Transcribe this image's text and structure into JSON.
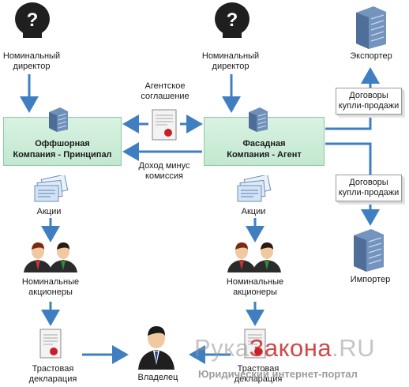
{
  "diagram": {
    "nominal_director_left": [
      "Номинальный",
      "директор"
    ],
    "nominal_director_right": [
      "Номинальный",
      "директор"
    ],
    "agency_agreement": [
      "Агентское",
      "соглашение"
    ],
    "income_minus_commission": [
      "Доход минус",
      "комиссия"
    ],
    "offshore_company": [
      "Оффшорная",
      "Компания - Принципал"
    ],
    "facade_company": [
      "Фасадная",
      "Компания - Агент"
    ],
    "exporter": "Экспортер",
    "importer": "Импортер",
    "contracts_top": [
      "Договоры",
      "купли-продажи"
    ],
    "contracts_bottom": [
      "Договоры",
      "купли-продажи"
    ],
    "shares_left": "Акции",
    "shares_right": "Акции",
    "nominal_shareholders_left": [
      "Номинальные",
      "акционеры"
    ],
    "nominal_shareholders_right": [
      "Номинальные",
      "акционеры"
    ],
    "trust_declaration_left": [
      "Трастовая",
      "декларация"
    ],
    "trust_declaration_right": [
      "Трастовая",
      "декларация"
    ],
    "owner": "Владелец"
  },
  "watermark": {
    "brand_part1": "Рука",
    "brand_part2": "Закона",
    "brand_part3": ".RU",
    "tagline": "Юридический интернет-портал"
  },
  "colors": {
    "arrow": "#3f7fc1",
    "box_fill": "#cdeed8",
    "question_head": "#1f1f1f"
  }
}
